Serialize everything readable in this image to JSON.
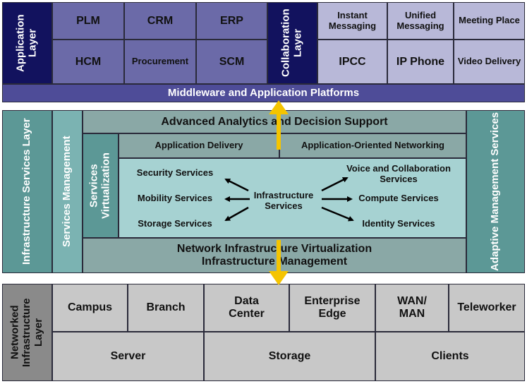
{
  "application": {
    "title": "Application Layer",
    "cells": [
      "PLM",
      "CRM",
      "ERP",
      "HCM",
      "Procurement",
      "SCM"
    ]
  },
  "collaboration": {
    "title": "Collaboration Layer",
    "cells": [
      "Instant Messaging",
      "Unified Messaging",
      "Meeting Place",
      "IPCC",
      "IP Phone",
      "Video Delivery"
    ]
  },
  "middleware": "Middleware and Application Platforms",
  "infrastructure_services": {
    "title": "Infrastructure Services Layer",
    "services_management": "Services Management",
    "advanced_analytics": "Advanced Analytics and Decision Support",
    "services_virtualization": "Services Virtualization",
    "application_delivery": "Application Delivery",
    "application_networking": "Application-Oriented Networking",
    "hub": "Infrastructure Services",
    "left_services": [
      "Security Services",
      "Mobility Services",
      "Storage Services"
    ],
    "right_services": [
      "Voice and Collaboration Services",
      "Compute Services",
      "Identity Services"
    ],
    "network_virtualization": "Network Infrastructure Virtualization",
    "infrastructure_management": "Infrastructure Management",
    "adaptive": "Adaptive Management Services"
  },
  "networked": {
    "title": "Networked Infrastructure Layer",
    "top": [
      "Campus",
      "Branch",
      "Data Center",
      "Enterprise Edge",
      "WAN/ MAN",
      "Teleworker"
    ],
    "bottom": [
      "Server",
      "Storage",
      "Clients"
    ]
  },
  "colors": {
    "dark_navy": "#12125e",
    "purple": "#6b6aa8",
    "lavender": "#b8b8d8",
    "middleware": "#4e4c98",
    "teal": "#5c9896",
    "teal_light": "#7bb3b2",
    "gray_teal": "#8aa8a6",
    "aqua": "#a6d2d2",
    "gray": "#c8c8c8",
    "gray_dark": "#8a8a8a",
    "arrow": "#f5c400"
  }
}
